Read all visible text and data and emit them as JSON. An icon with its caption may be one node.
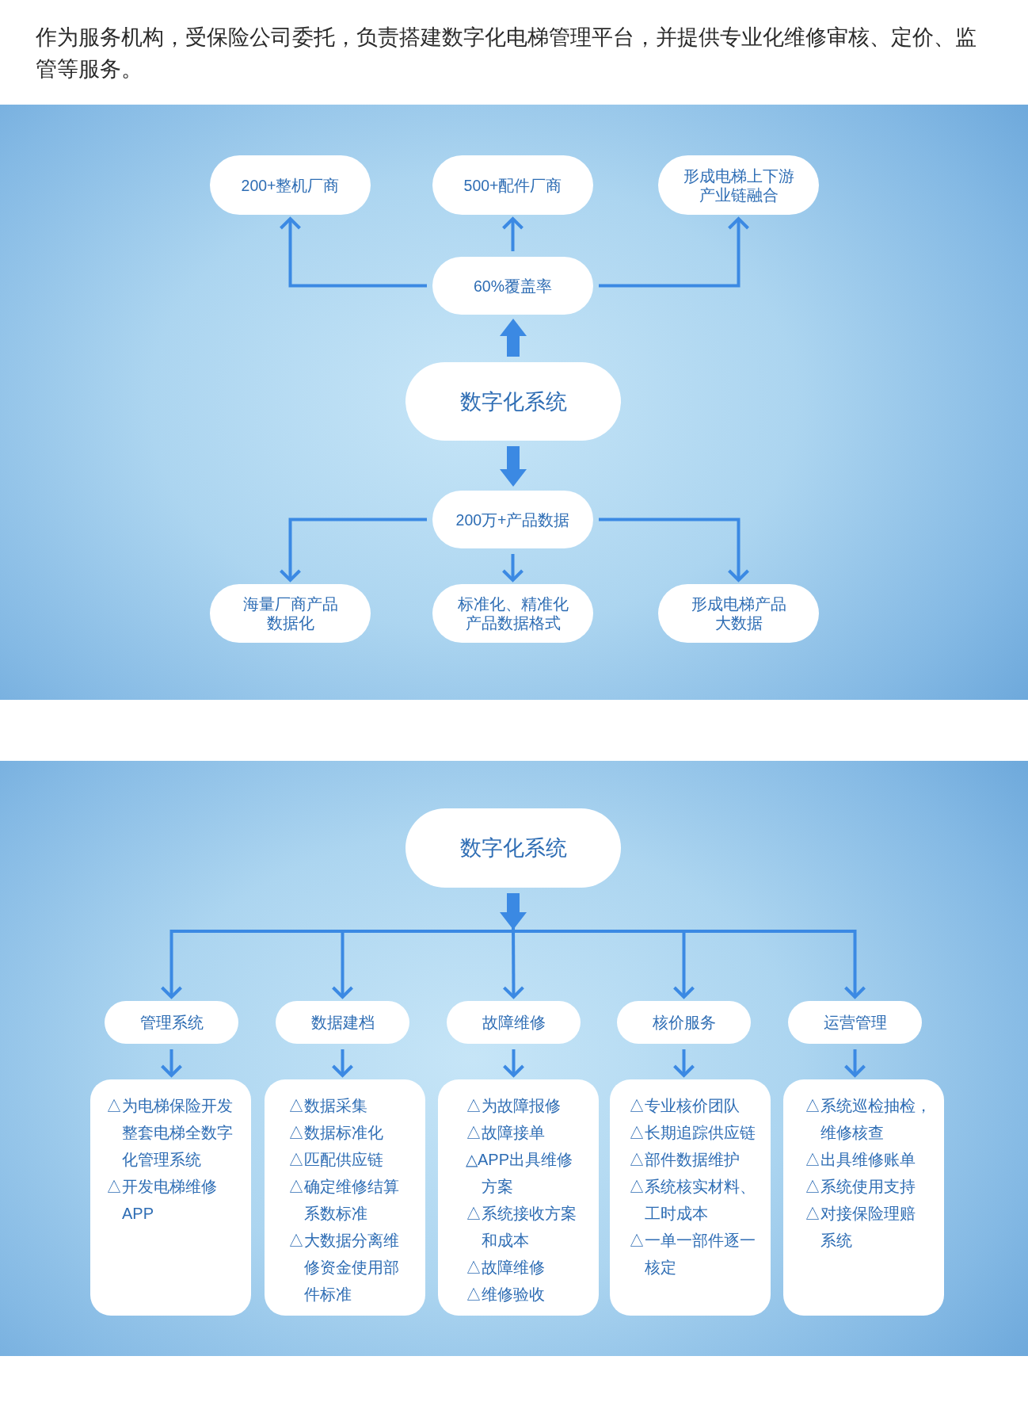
{
  "diagram": {
    "title": "作为服务机构，受保险公司委托，负责搭建数字化电梯管理平台，并提供专业化维修审核、定价、监管等服务。",
    "nodes": [
      {
        "text": [
          "200+整机厂商"
        ]
      },
      {
        "text": [
          "500+配件厂商"
        ]
      },
      {
        "text": [
          "形成电梯上下游产业链融合"
        ]
      },
      {
        "text": [
          "60%覆盖率"
        ]
      },
      {
        "text": [
          "数字化系统"
        ]
      },
      {
        "text": [
          "200万+产品数据"
        ]
      },
      {
        "text": [
          "海量厂商产品数据化"
        ]
      },
      {
        "text": [
          "标准化、精准化产品数据格式"
        ]
      },
      {
        "text": [
          "形成电梯产品大数据"
        ]
      },
      {
        "text": [
          "数字化系统"
        ]
      },
      {
        "text": [
          "管理系统"
        ]
      },
      {
        "text": [
          "数据建档"
        ]
      },
      {
        "text": [
          "故障维修"
        ]
      },
      {
        "text": [
          "核价服务"
        ]
      },
      {
        "text": [
          "运营管理"
        ]
      },
      {
        "text": [
          "△为电梯保险开发整套电梯全数字化管理系统",
          "△开发电梯维修APP"
        ]
      },
      {
        "text": [
          "△数据采集",
          "△数据标准化",
          "△匹配供应链",
          "△确定维修结算系数标准",
          "△大数据分离维修资金使用部件标准"
        ]
      },
      {
        "text": [
          "△为故障报修",
          "△故障接单",
          "△APP出具维修方案",
          "△系统接收方案和成本",
          "△故障维修",
          "△维修验收"
        ]
      },
      {
        "text": [
          "△专业核价团队",
          "△长期追踪供应链",
          "△部件数据维护",
          "△系统核实材料、工时成本",
          "△一单一部件逐一核定"
        ]
      },
      {
        "text": [
          "△系统巡检抽检，维修核查",
          "△出具维修账单",
          "△系统使用支持",
          "△对接保险理赔系统"
        ]
      }
    ],
    "edges": [
      {
        "from": 3,
        "to": 0,
        "arrow": "to"
      },
      {
        "from": 3,
        "to": 1,
        "arrow": "to"
      },
      {
        "from": 3,
        "to": 2,
        "arrow": "to"
      },
      {
        "from": 4,
        "to": 3,
        "arrow": "to",
        "style": "thick"
      },
      {
        "from": 4,
        "to": 5,
        "arrow": "to",
        "style": "thick"
      },
      {
        "from": 5,
        "to": 6,
        "arrow": "to"
      },
      {
        "from": 5,
        "to": 7,
        "arrow": "to"
      },
      {
        "from": 5,
        "to": 8,
        "arrow": "to"
      },
      {
        "from": 9,
        "to": 10,
        "arrow": "to"
      },
      {
        "from": 9,
        "to": 11,
        "arrow": "to"
      },
      {
        "from": 9,
        "to": 12,
        "arrow": "to"
      },
      {
        "from": 9,
        "to": 13,
        "arrow": "to"
      },
      {
        "from": 9,
        "to": 14,
        "arrow": "to"
      },
      {
        "from": 10,
        "to": 15,
        "arrow": "to"
      },
      {
        "from": 11,
        "to": 16,
        "arrow": "to"
      },
      {
        "from": 12,
        "to": 17,
        "arrow": "to"
      },
      {
        "from": 13,
        "to": 18,
        "arrow": "to"
      },
      {
        "from": 14,
        "to": 19,
        "arrow": "to"
      }
    ]
  }
}
